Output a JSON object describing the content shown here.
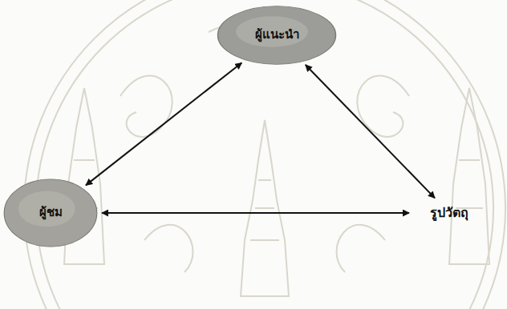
{
  "diagram": {
    "nodes": [
      {
        "text": [
          "ผู้แนะนำ"
        ]
      },
      {
        "text": [
          "ผู้ชม"
        ]
      },
      {
        "text": [
          "รูปวัตถุ"
        ]
      }
    ],
    "edges": [
      {
        "from": 0,
        "to": 1,
        "arrow": "both"
      },
      {
        "from": 1,
        "to": 2,
        "arrow": "both"
      },
      {
        "from": 0,
        "to": 2,
        "arrow": "both"
      }
    ]
  }
}
